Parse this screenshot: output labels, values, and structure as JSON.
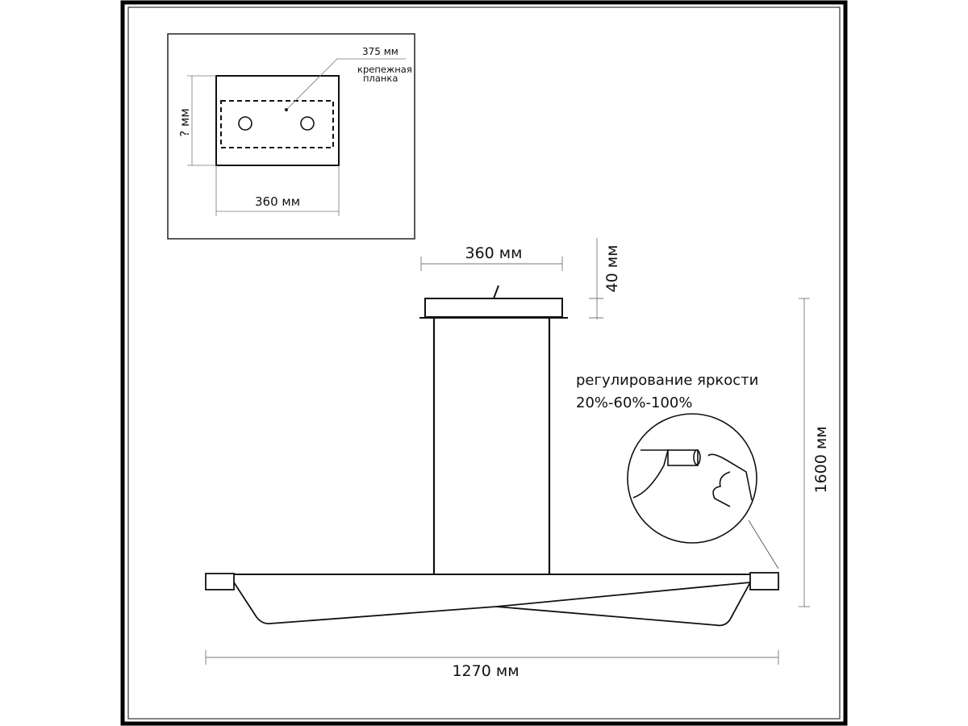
{
  "inset": {
    "bracket_length": "375 мм",
    "bracket_label_line1": "крепежная",
    "bracket_label_line2": "планка",
    "height_label": "? мм",
    "width_label": "360 мм"
  },
  "dimensions": {
    "canopy_width": "360 мм",
    "canopy_height": "40 мм",
    "total_height": "1600 мм",
    "total_length": "1270 мм"
  },
  "feature": {
    "line1": "регулирование яркости",
    "line2": "20%-60%-100%"
  },
  "colors": {
    "line": "#111111",
    "dim": "#777777",
    "background": "#ffffff"
  }
}
